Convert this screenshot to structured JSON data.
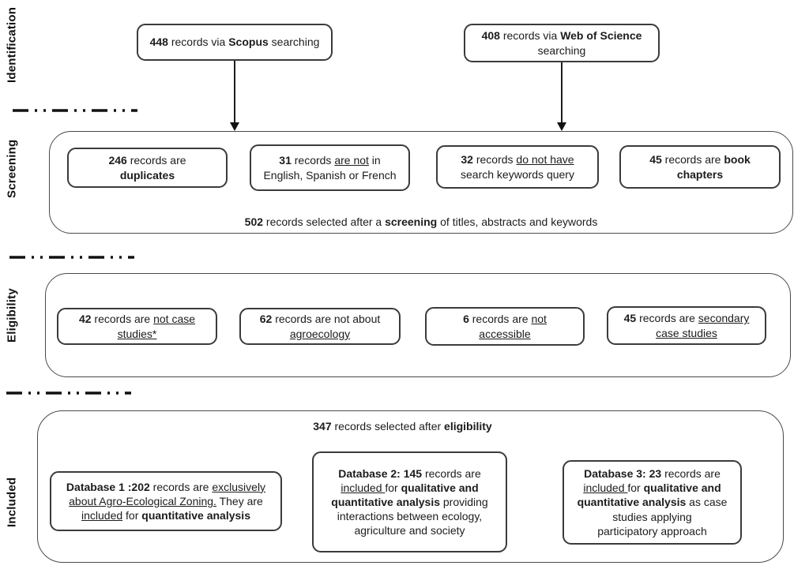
{
  "diagram": {
    "stages": {
      "identification": "Identification",
      "screening": "Screening",
      "eligibility": "Eligibility",
      "included": "Included"
    },
    "colors": {
      "border": "#3b3b3b",
      "panel_border": "#4a4a4a",
      "text": "#1c1c1c",
      "background": "#ffffff"
    },
    "sources": [
      {
        "segments": [
          {
            "t": "448 ",
            "b": true
          },
          {
            "t": "records via "
          },
          {
            "t": "Scopus",
            "b": true
          },
          {
            "t": " searching"
          }
        ]
      },
      {
        "segments": [
          {
            "t": "408 ",
            "b": true
          },
          {
            "t": "records via "
          },
          {
            "t": "Web of Science",
            "b": true
          },
          {
            "br": true
          },
          {
            "t": "searching"
          }
        ]
      }
    ],
    "screening": {
      "boxes": [
        {
          "segments": [
            {
              "t": "246 ",
              "b": true
            },
            {
              "t": "records are"
            },
            {
              "br": true
            },
            {
              "t": "duplicates",
              "b": true
            }
          ]
        },
        {
          "segments": [
            {
              "t": "31 ",
              "b": true
            },
            {
              "t": "records "
            },
            {
              "t": "are not",
              "u": true
            },
            {
              "t": " in"
            },
            {
              "br": true
            },
            {
              "t": "English, Spanish or French"
            }
          ]
        },
        {
          "segments": [
            {
              "t": "32 ",
              "b": true
            },
            {
              "t": "records "
            },
            {
              "t": "do not have",
              "u": true
            },
            {
              "br": true
            },
            {
              "t": "search keywords query"
            }
          ]
        },
        {
          "segments": [
            {
              "t": "45 ",
              "b": true
            },
            {
              "t": "records are "
            },
            {
              "t": "book",
              "b": true
            },
            {
              "br": true
            },
            {
              "t": "chapters",
              "b": true
            }
          ]
        }
      ],
      "summary_segments": [
        {
          "t": "502 ",
          "b": true
        },
        {
          "t": "records selected after a "
        },
        {
          "t": "screening",
          "b": true
        },
        {
          "t": " of titles, abstracts and keywords"
        }
      ]
    },
    "eligibility": {
      "boxes": [
        {
          "segments": [
            {
              "t": "42 ",
              "b": true
            },
            {
              "t": "records are "
            },
            {
              "t": "not case",
              "u": true
            },
            {
              "br": true
            },
            {
              "t": "studies*",
              "u": true
            }
          ]
        },
        {
          "segments": [
            {
              "t": "62 ",
              "b": true
            },
            {
              "t": "records are not about"
            },
            {
              "br": true
            },
            {
              "t": "agroecology",
              "u": true
            }
          ]
        },
        {
          "segments": [
            {
              "t": "6 ",
              "b": true
            },
            {
              "t": "records are "
            },
            {
              "t": "not",
              "u": true
            },
            {
              "br": true
            },
            {
              "t": "accessible",
              "u": true
            }
          ]
        },
        {
          "segments": [
            {
              "t": "45 ",
              "b": true
            },
            {
              "t": "records are "
            },
            {
              "t": "secondary",
              "u": true
            },
            {
              "br": true
            },
            {
              "t": "case studies",
              "u": true
            }
          ]
        }
      ]
    },
    "included": {
      "summary_segments": [
        {
          "t": "347 ",
          "b": true
        },
        {
          "t": "records selected after "
        },
        {
          "t": "eligibility",
          "b": true
        }
      ],
      "boxes": [
        {
          "segments": [
            {
              "t": "Database 1 :202 ",
              "b": true
            },
            {
              "t": "records are "
            },
            {
              "t": "exclusively",
              "u": true
            },
            {
              "br": true
            },
            {
              "t": "about Agro-Ecological Zoning.",
              "u": true
            },
            {
              "t": " They are"
            },
            {
              "br": true
            },
            {
              "t": "included",
              "u": true
            },
            {
              "t": " for "
            },
            {
              "t": "quantitative analysis",
              "b": true
            }
          ]
        },
        {
          "segments": [
            {
              "t": "Database 2: 145 ",
              "b": true
            },
            {
              "t": "records are"
            },
            {
              "br": true
            },
            {
              "t": "included ",
              "u": true
            },
            {
              "t": "for "
            },
            {
              "t": "qualitative and",
              "b": true
            },
            {
              "br": true
            },
            {
              "t": "quantitative analysis",
              "b": true
            },
            {
              "t": " providing"
            },
            {
              "br": true
            },
            {
              "t": "interactions between ecology,"
            },
            {
              "br": true
            },
            {
              "t": "agriculture and society"
            }
          ]
        },
        {
          "segments": [
            {
              "t": "Database 3: 23 ",
              "b": true
            },
            {
              "t": "records are"
            },
            {
              "br": true
            },
            {
              "t": "included ",
              "u": true
            },
            {
              "t": "for "
            },
            {
              "t": "qualitative and",
              "b": true
            },
            {
              "br": true
            },
            {
              "t": "quantitative analysis",
              "b": true
            },
            {
              "t": " as case"
            },
            {
              "br": true
            },
            {
              "t": "studies applying"
            },
            {
              "br": true
            },
            {
              "t": "participatory approach"
            }
          ]
        }
      ]
    }
  }
}
